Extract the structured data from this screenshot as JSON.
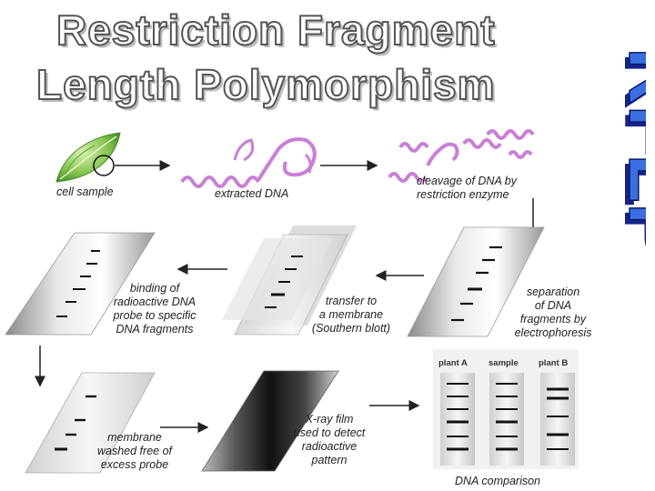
{
  "title": {
    "line1": "Restriction Fragment",
    "line2": "Length Polymorphism",
    "acronym": "RFLP"
  },
  "steps": {
    "cell_sample": "cell sample",
    "extracted_dna": "extracted DNA",
    "cleavage": [
      "cleavage of DNA by",
      "restriction enzyme"
    ],
    "separation": [
      "separation",
      "of DNA",
      "fragments by",
      "electrophoresis"
    ],
    "transfer": [
      "transfer to",
      "a membrane",
      "(Southern blott)"
    ],
    "binding": [
      "binding of",
      "radioactive DNA",
      "probe to specific",
      "DNA fragments"
    ],
    "washed": [
      "membrane",
      "washed free of",
      "excess probe"
    ],
    "xray": [
      "X-ray film",
      "used to detect",
      "radioactive",
      "pattern"
    ]
  },
  "comparison": {
    "lanes": [
      "plant A",
      "sample",
      "plant B"
    ],
    "caption": "DNA comparison"
  },
  "colors": {
    "acronym_fill": "#3a6fe0",
    "acronym_shadow": "#16238a",
    "dna": "#c97fd6",
    "leaf": "#7cc04a"
  }
}
